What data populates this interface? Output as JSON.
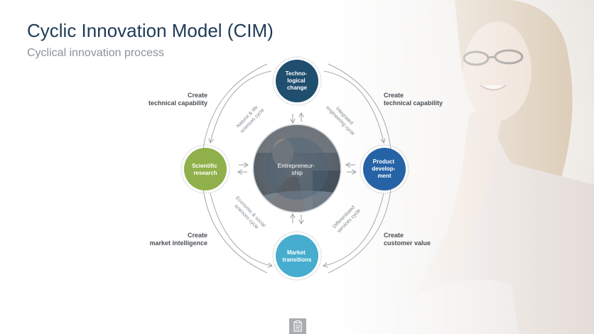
{
  "slide": {
    "title": "Cyclic Innovation Model (CIM)",
    "subtitle": "Cyclical innovation process"
  },
  "nodes": {
    "technological_change": {
      "lines": [
        "Techno-",
        "logical",
        "change"
      ],
      "color": "#1f4e6e"
    },
    "scientific_research": {
      "lines": [
        "Scientific",
        "research"
      ],
      "color": "#8fb04a"
    },
    "product_development": {
      "lines": [
        "Product",
        "develop-",
        "ment"
      ],
      "color": "#2563a6"
    },
    "market_transitions": {
      "lines": [
        "Market",
        "transitions"
      ],
      "color": "#47adcf"
    },
    "center": {
      "lines": [
        "Entrepreneur-",
        "ship"
      ]
    }
  },
  "cycles": {
    "natural": {
      "lines": [
        "Natural & life",
        "sciences cycle"
      ]
    },
    "engineering": {
      "lines": [
        "Integrated",
        "engineering cycle"
      ]
    },
    "social": {
      "lines": [
        "Economic & social",
        "sciences cycle"
      ]
    },
    "services": {
      "lines": [
        "Differentiated",
        "services cycle"
      ]
    }
  },
  "outer_labels": {
    "top_left": [
      "Create",
      "technical capability"
    ],
    "top_right": [
      "Create",
      "technical capability"
    ],
    "bottom_left": [
      "Create",
      "market intelligence"
    ],
    "bottom_right": [
      "Create",
      "customer value"
    ]
  },
  "icons": {
    "notes": "notes-icon",
    "cycle_arrow": "arrow-icon",
    "background_photo": "woman-photo"
  }
}
